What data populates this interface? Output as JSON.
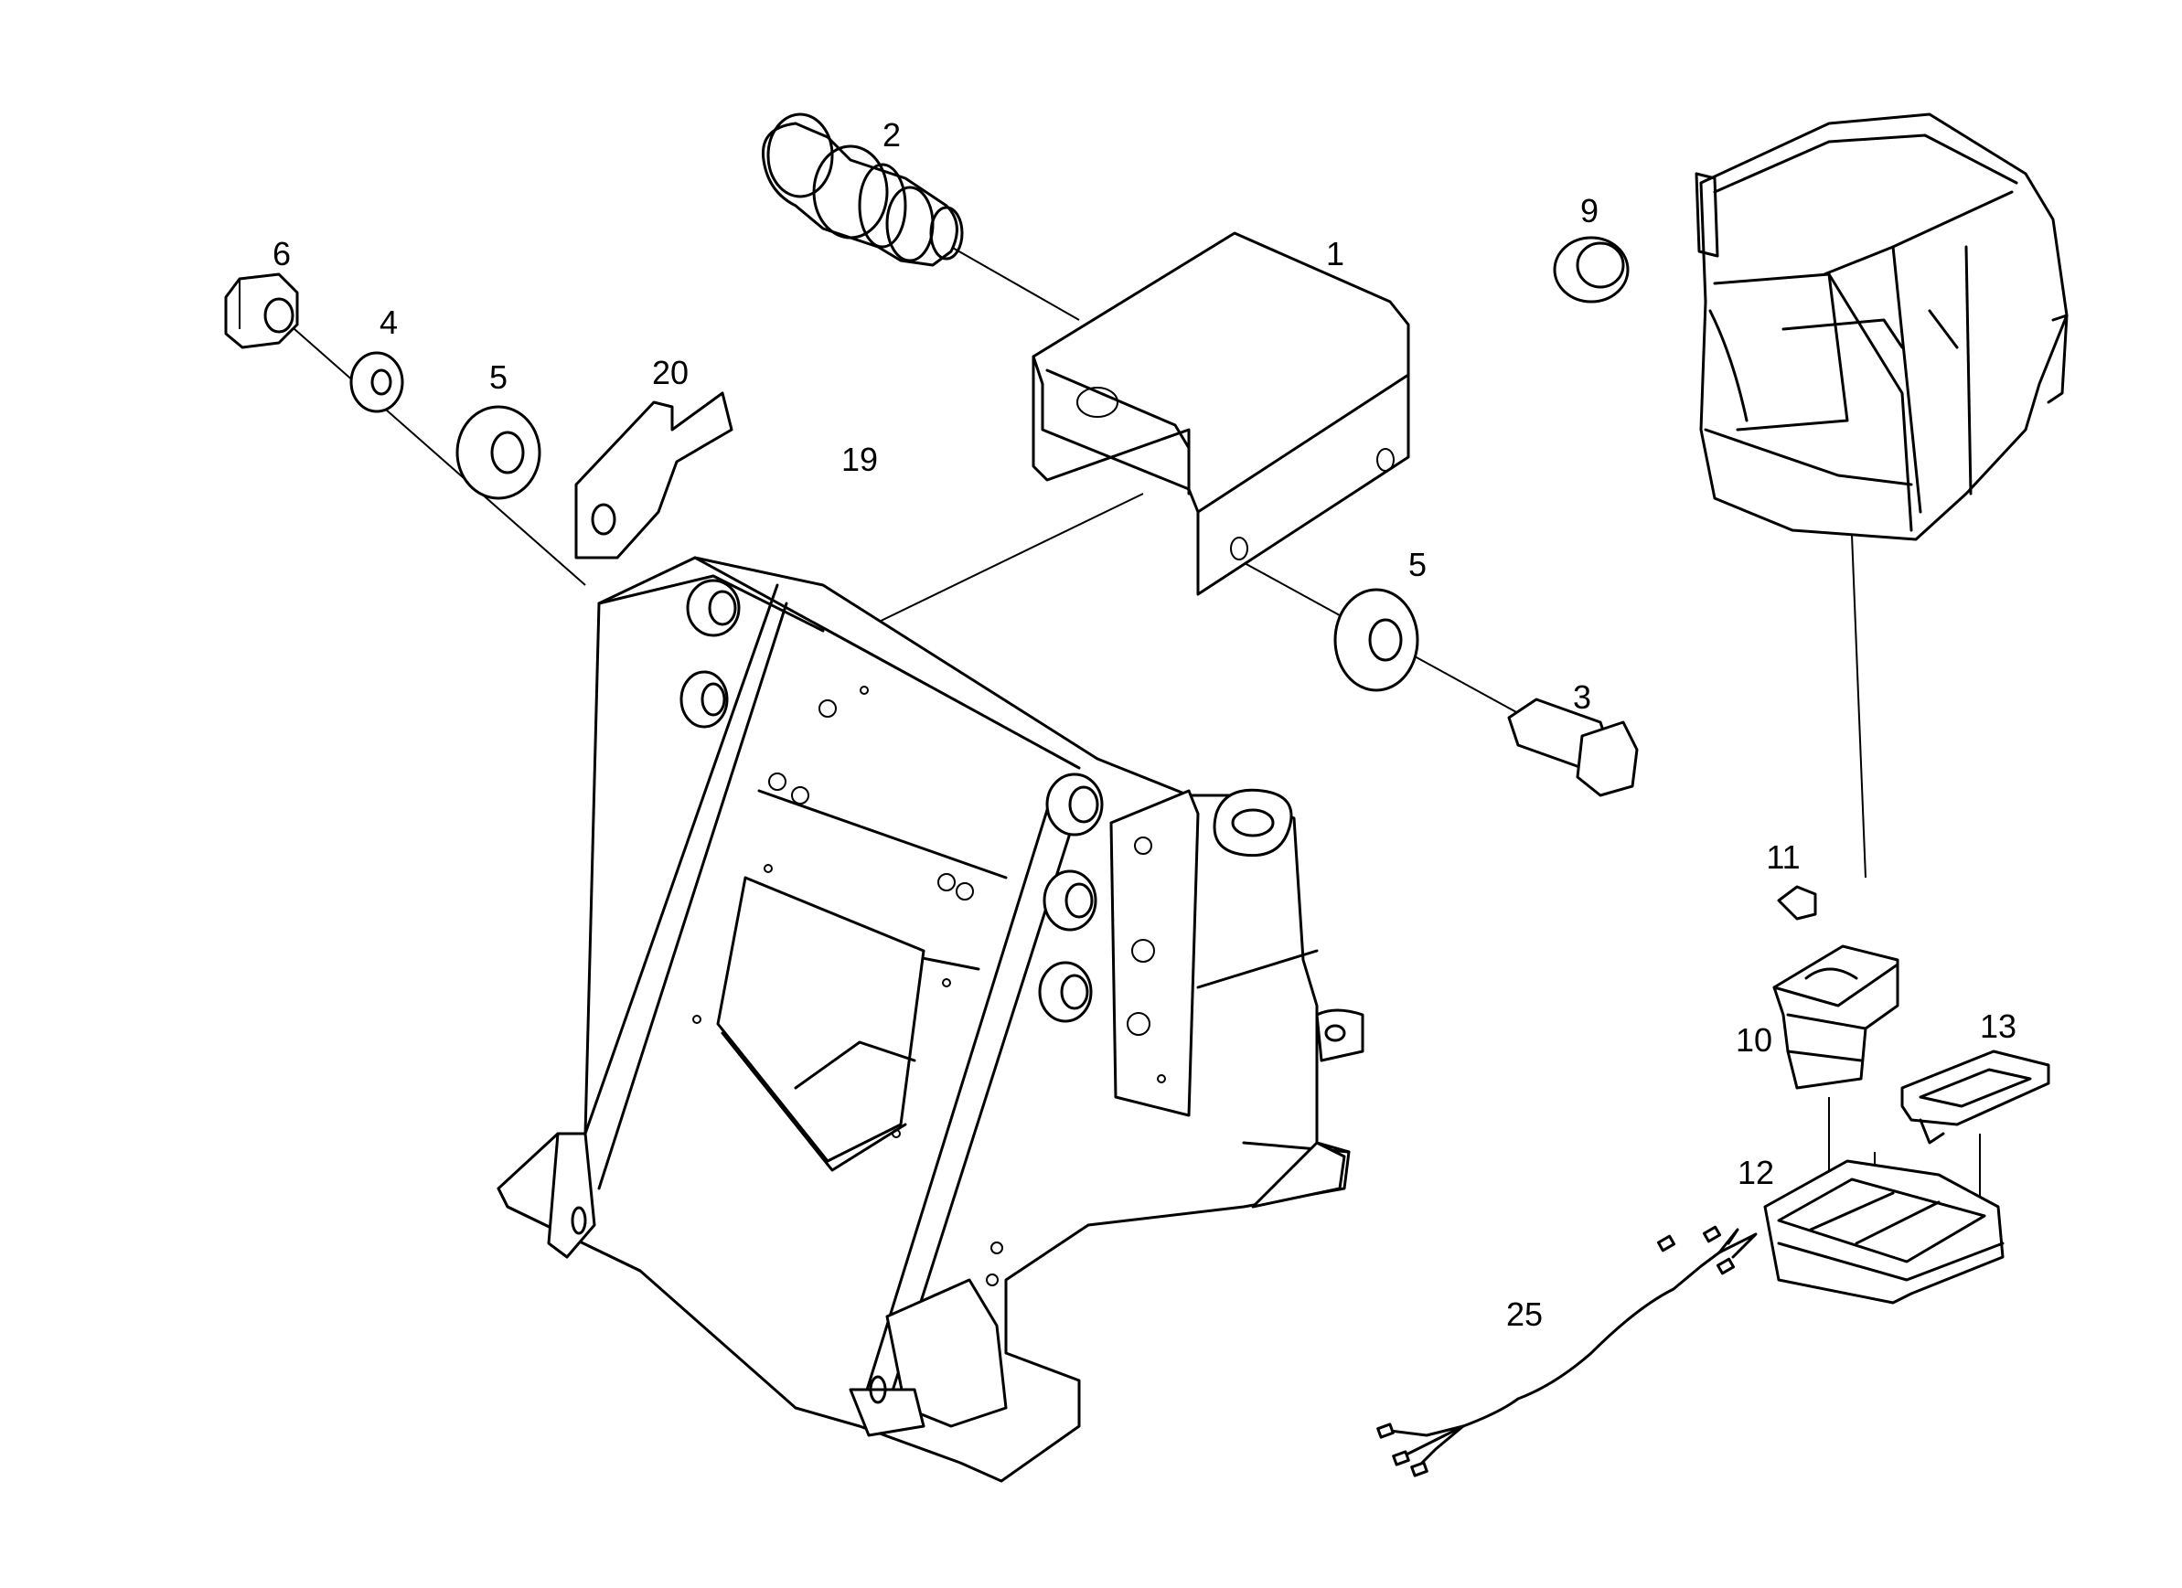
{
  "callouts": {
    "c1": "1",
    "c2": "2",
    "c3": "3",
    "c4": "4",
    "c5a": "5",
    "c5b": "5",
    "c6": "6",
    "c9": "9",
    "c10": "10",
    "c11": "11",
    "c12": "12",
    "c13": "13",
    "c19": "19",
    "c20": "20",
    "c25": "25"
  },
  "colors": {
    "line": "#000000",
    "background": "#ffffff"
  }
}
